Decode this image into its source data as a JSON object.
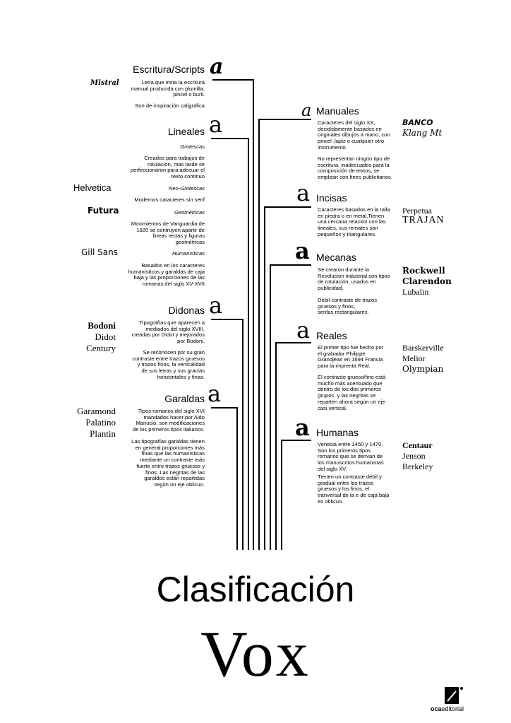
{
  "scripts": {
    "title": "Escritura/Scripts",
    "desc1": "Letra que imita la escritura\nmanual producida con plumilla,\npincel o buril.",
    "desc2": "Son de inspiración caligráfica",
    "example": "Mistral"
  },
  "lineales": {
    "title": "Lineales",
    "grotescas": "Grotescas",
    "desc_grot": "Creados para trabajos de\nrotulación, mas tarde se\nperfeccionaron para adecuar el\ntexto continuo",
    "neo": "Neo-Grotescas",
    "desc_neo": "Modernos caracteres sin serif",
    "geo": "Geométricas",
    "desc_geo": "Movimientos de Vanguardia de\n1920 se contruyen apartir de\nlineas rectas y figuras\ngeométricas",
    "hum": "Humanísticas",
    "desc_hum": "Basados en los caracteres\nhumanísticos y garaldas de caja\nbaja y las proporciones de las\nromanas del siglo XV-XVII",
    "ex_helvetica": "Helvetica",
    "ex_futura": "Futura",
    "ex_gill": "Gill Sans"
  },
  "didonas": {
    "title": "Didonas",
    "desc1": "Tipografías que aparecen a\nmediados del siglo XVIII,\ncreadas por Didot y mejorados\npor Bodoni.",
    "desc2": "Se reconocen por su gran\ncontraste entre trazos gruesos\ny trazos finos, la verticalidad\nde sus letras y sus gracias\nhorizontales y finas.",
    "examples": [
      "Bodoni",
      "Didot",
      "Century"
    ]
  },
  "garaldas": {
    "title": "Garaldas",
    "desc1": "Tipos romanos del siglo XVI\nmandados hacer por Aldo\nManucio, son modificaciones\nde los primeros tipos italianos.",
    "desc2": "Las tipografías garaldas tienen\nen general proporciones más\nfinas que las humanísticas\nmediante un contraste más\nfuerte entre trazos gruesos y\nfinos. Las negritas de las\ngaraldos están repartidas\nsegún un eje oblicuo.",
    "examples": [
      "Garamond",
      "Palatino",
      "Plantin"
    ]
  },
  "manuales": {
    "title": "Manuales",
    "desc1": "Caracteres del siglo XX,\ndecididamente basados en\noriginales dibujos a mano, con\npincel ,lapiz o cualquier otro\ninstrumento.",
    "desc2": "No representan ningún tipo de\nescritura, inadecuados para la\ncomposición de textos, se\nemplean con fines publicitarios.",
    "examples": [
      "BANCO",
      "Klang Mt"
    ]
  },
  "incisas": {
    "title": "Incisas",
    "desc1": "Caracteres basados en la talla\nen piedra o en metal.Tienen\nuna cercana relación con las\nlineales, sus remates son\npequeños y triangulares.",
    "examples": [
      "Perpetua",
      "TRAJAN"
    ]
  },
  "mecanas": {
    "title": "Mecanas",
    "desc1": "Se crearon durante la\nRevolución industrial,son tipos\nde rotulación, usados en\npublicidad.",
    "desc2": "Débil contraste de trazos\ngruesos y finos,\nserifas rectangulares.",
    "examples": [
      "Rockwell",
      "Clarendon",
      "Lubalin"
    ]
  },
  "reales": {
    "title": "Reales",
    "desc1": "El primer tipo fue hecho por\nel grabador Philippe\nGrandjean en 1694 Francia\npara la imprenta Real.",
    "desc2": "El contraste grueso/fino está\nmucho más acentuado que\ndentro de los dos primeros\ngrupos, y las negritas se\nreparten ahora según un eje\ncasi vertical.",
    "examples": [
      "Barskerville",
      "Melior",
      "Olympian"
    ]
  },
  "humanas": {
    "title": "Humanas",
    "desc1": "Venecia entre 1460 y 1470.\nSon los primeros tipos\nromanos que se derivan de\nlos manuscritos humanistas\ndel siglo XV.",
    "desc2": "Tienen un contraste débil y\ngradual entre los trazos\ngruesos y los finos, el\ntranversal de la e de caja baja\nes oblicuo.",
    "examples": [
      "Centaur",
      "Jenson",
      "Berkeley"
    ]
  },
  "glyph": "a",
  "heading": "Clasificación",
  "vox": "Vox",
  "brand": {
    "part1": "oca",
    "part2": "editorial"
  }
}
